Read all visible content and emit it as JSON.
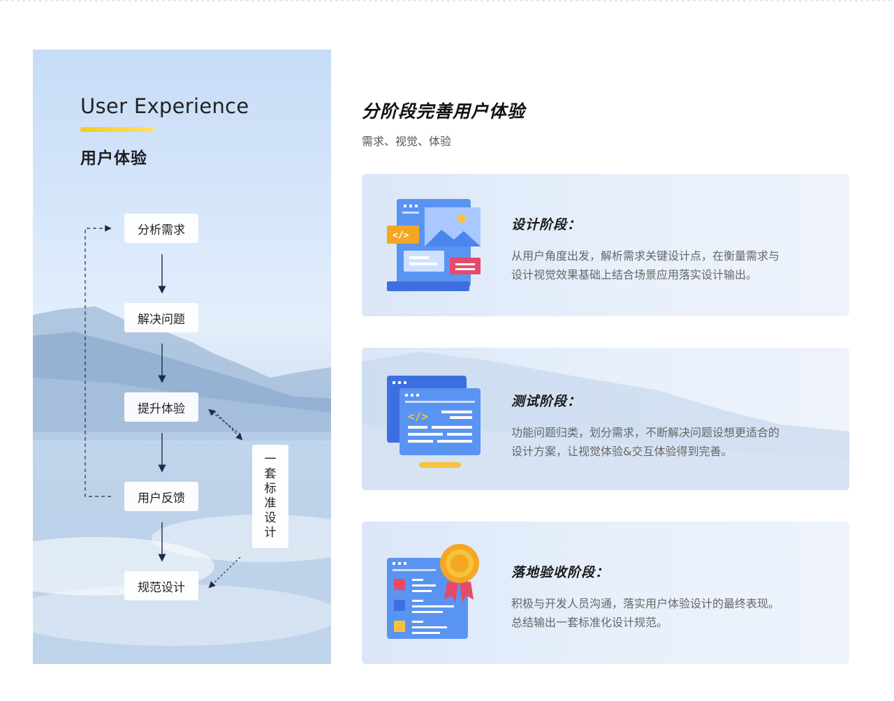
{
  "left_panel": {
    "title": "User Experience",
    "subtitle": "用户体验",
    "steps": [
      "分析需求",
      "解决问题",
      "提升体验",
      "用户反馈",
      "规范设计"
    ],
    "side_label": "一套标准设计"
  },
  "main": {
    "title": "分阶段完善用户体验",
    "subtitle": "需求、视觉、体验"
  },
  "cards": [
    {
      "title": "设计阶段：",
      "desc_lines": [
        "从用户角度出发，解析需求关键设计点，在衡量需求与",
        "设计视觉效果基础上结合场景应用落实设计输出。"
      ],
      "icon": "design-window-icon"
    },
    {
      "title": "测试阶段：",
      "desc_lines": [
        "功能问题归类，划分需求，不断解决问题设想更适合的",
        "设计方案，让视觉体验&交互体验得到完善。"
      ],
      "icon": "code-window-icon"
    },
    {
      "title": "落地验收阶段：",
      "desc_lines": [
        "积极与开发人员沟通，落实用户体验设计的最终表现。",
        "总结输出一套标准化设计规范。"
      ],
      "icon": "certificate-award-icon"
    }
  ],
  "colors": {
    "accent_yellow": "#f5c518",
    "primary_blue": "#4d8cf5",
    "arrow_navy": "#1d2b4f"
  }
}
